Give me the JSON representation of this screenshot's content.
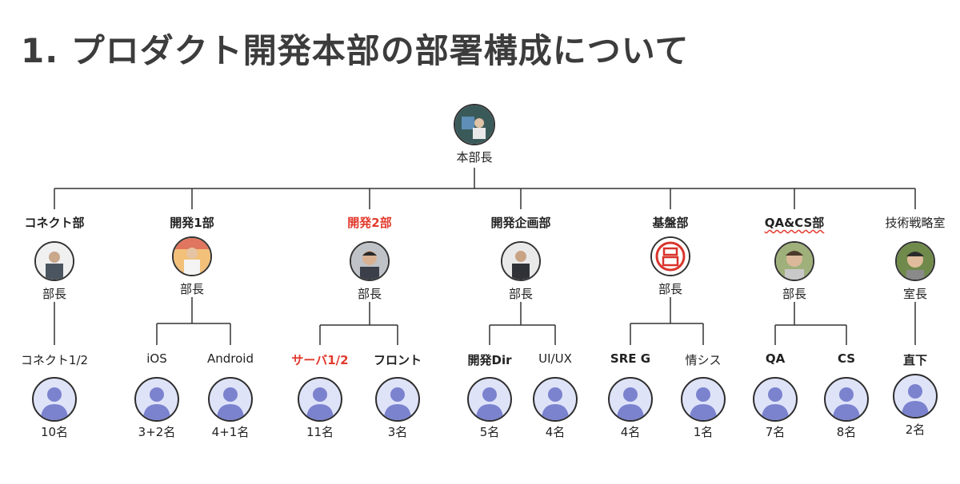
{
  "title": "1. プロダクト開発本部の部署構成について",
  "head": {
    "role": "本部長"
  },
  "departments": [
    {
      "name": "コネクト部",
      "role": "部長",
      "teams": [
        {
          "name": "コネクト1/2",
          "count": "10名"
        }
      ]
    },
    {
      "name": "開発1部",
      "role": "部長",
      "teams": [
        {
          "name": "iOS",
          "count": "3+2名"
        },
        {
          "name": "Android",
          "count": "4+1名"
        }
      ]
    },
    {
      "name": "開発2部",
      "role": "部長",
      "teams": [
        {
          "name": "サーバ1/2",
          "count": "11名"
        },
        {
          "name": "フロント",
          "count": "3名"
        }
      ]
    },
    {
      "name": "開発企画部",
      "role": "部長",
      "teams": [
        {
          "name": "開発Dir",
          "count": "5名"
        },
        {
          "name": "UI/UX",
          "count": "4名"
        }
      ]
    },
    {
      "name": "基盤部",
      "role": "部長",
      "teams": [
        {
          "name": "SRE G",
          "count": "4名"
        },
        {
          "name": "情シス",
          "count": "1名"
        }
      ]
    },
    {
      "name": "QA&CS部",
      "role": "部長",
      "teams": [
        {
          "name": "QA",
          "count": "7名"
        },
        {
          "name": "CS",
          "count": "8名"
        }
      ]
    },
    {
      "name": "技術戦略室",
      "role": "室長",
      "teams": [
        {
          "name": "直下",
          "count": "2名"
        }
      ]
    }
  ],
  "icons": {
    "member": "person-icon",
    "stamp": "stamp-icon"
  },
  "colors": {
    "highlight": "#e23b2e",
    "avatar_bg": "#dfe3f8",
    "avatar_figure": "#7b83cf"
  }
}
